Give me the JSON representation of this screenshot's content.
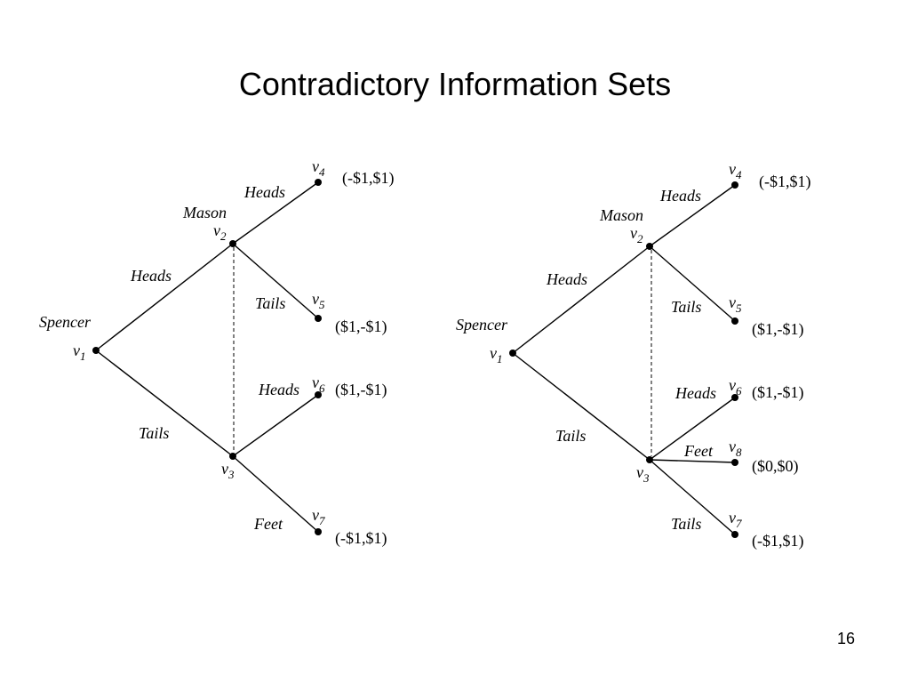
{
  "slide": {
    "title": "Contradictory Information Sets",
    "page_number": "16"
  },
  "left_tree": {
    "players": {
      "spencer": "Spencer",
      "mason": "Mason"
    },
    "node_v": "v",
    "nodes": {
      "v1": "1",
      "v2": "2",
      "v3": "3",
      "v4": "4",
      "v5": "5",
      "v6": "6",
      "v7": "7"
    },
    "edges": {
      "v1_v2": "Heads",
      "v1_v3": "Tails",
      "v2_v4": "Heads",
      "v2_v5": "Tails",
      "v3_v6": "Heads",
      "v3_v7": "Feet"
    },
    "payoffs": {
      "v4": "(-$1,$1)",
      "v5": "($1,-$1)",
      "v6": "($1,-$1)",
      "v7": "(-$1,$1)"
    }
  },
  "right_tree": {
    "players": {
      "spencer": "Spencer",
      "mason": "Mason"
    },
    "node_v": "v",
    "nodes": {
      "v1": "1",
      "v2": "2",
      "v3": "3",
      "v4": "4",
      "v5": "5",
      "v6": "6",
      "v7": "7",
      "v8": "8"
    },
    "edges": {
      "v1_v2": "Heads",
      "v1_v3": "Tails",
      "v2_v4": "Heads",
      "v2_v5": "Tails",
      "v3_v6": "Heads",
      "v3_v8": "Feet",
      "v3_v7": "Tails"
    },
    "payoffs": {
      "v4": "(-$1,$1)",
      "v5": "($1,-$1)",
      "v6": "($1,-$1)",
      "v8": "($0,$0)",
      "v7": "(-$1,$1)"
    }
  }
}
